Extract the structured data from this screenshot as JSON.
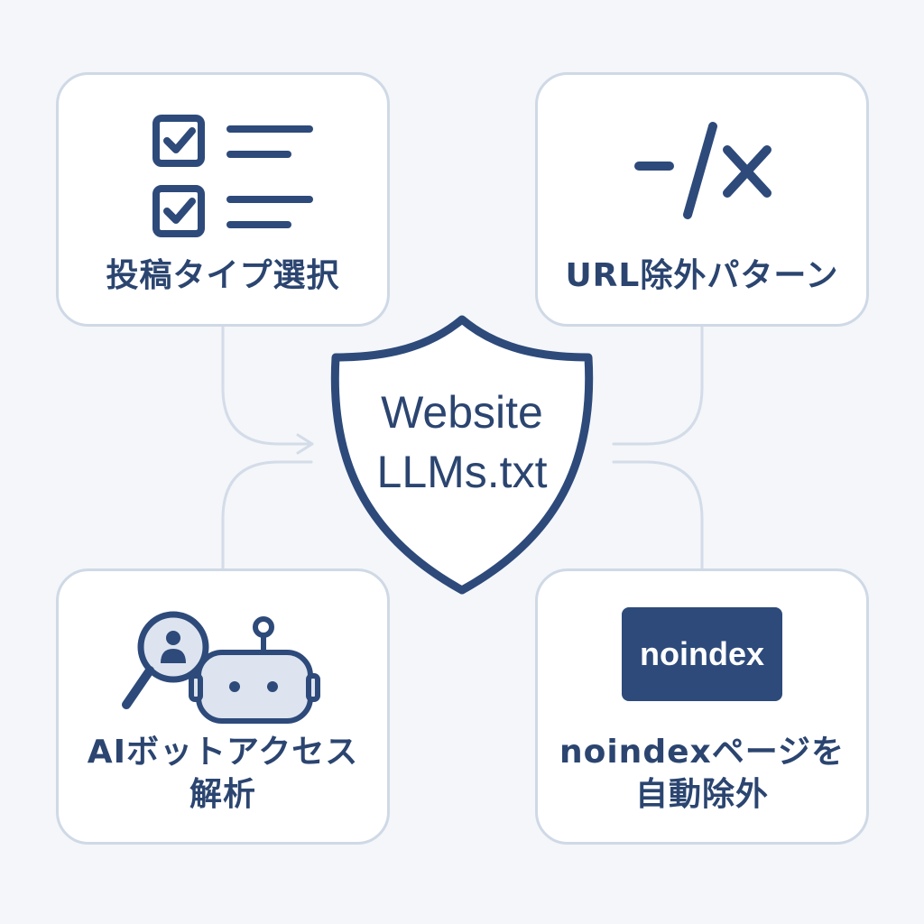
{
  "center": {
    "line1": "Website",
    "line2": "LLMs.txt"
  },
  "cards": {
    "top_left": {
      "label": "投稿タイプ選択",
      "icon": "checklist-icon"
    },
    "top_right": {
      "label": "URL除外パターン",
      "icon": "slash-x-icon"
    },
    "bottom_left": {
      "label_line1": "AIボットアクセス",
      "label_line2": "解析",
      "icon": "magnifier-robot-icon"
    },
    "bottom_right": {
      "badge": "noindex",
      "label_line1": "noindexページを",
      "label_line2": "自動除外",
      "icon": "noindex-badge"
    }
  },
  "colors": {
    "primary": "#2d4a7a",
    "card_border": "#cfd9e6",
    "connector": "#d3dce8",
    "background": "#f4f6f9",
    "icon_fill_light": "#dde4ef"
  }
}
